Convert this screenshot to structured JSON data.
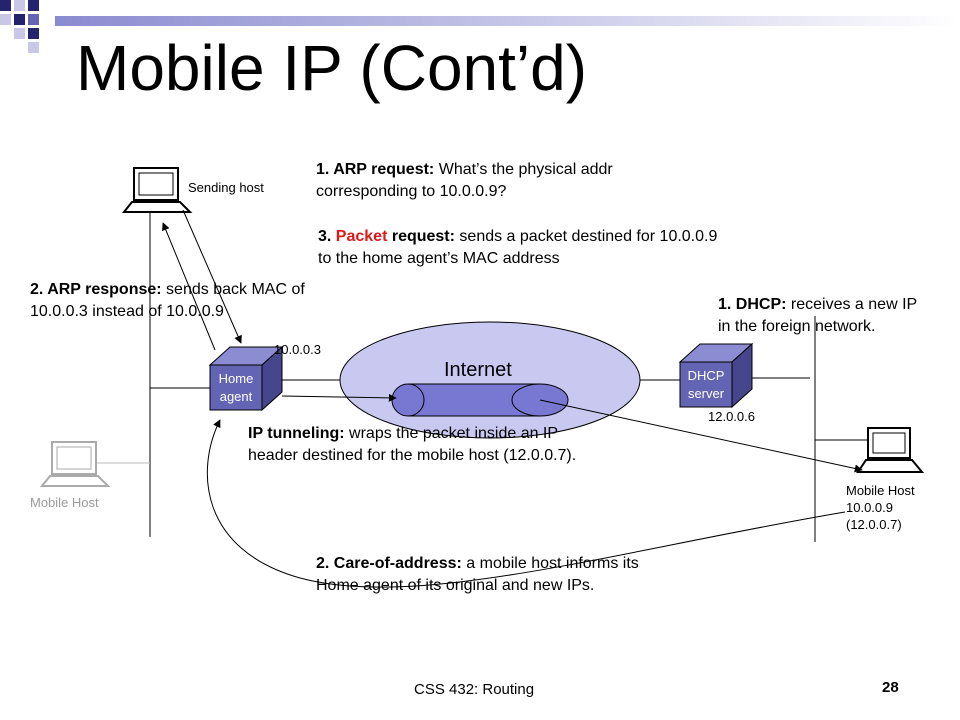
{
  "title": "Mobile IP (Cont’d)",
  "nodes": {
    "sending_host": "Sending host",
    "home_agent": [
      "Home",
      "agent"
    ],
    "home_agent_ip": "10.0.0.3",
    "internet": "Internet",
    "dhcp_server": [
      "DHCP",
      "server"
    ],
    "dhcp_ip": "12.0.0.6",
    "mobile_host_old": "Mobile Host",
    "mobile_host_new": [
      "Mobile Host",
      "10.0.0.9",
      "(12.0.0.7)"
    ]
  },
  "notes": {
    "arp_request": {
      "bold": "1. ARP request:",
      "text": " What’s the physical addr",
      "line2": "corresponding to 10.0.0.9?"
    },
    "packet_request": {
      "number": "3. ",
      "red": "Packet",
      "bold": " request:",
      "text": " sends a packet destined for 10.0.0.9",
      "line2": "to the home agent’s MAC address"
    },
    "arp_response": {
      "bold": "2. ARP response:",
      "text": " sends back MAC of",
      "line2": "10.0.0.3 instead of 10.0.0.9"
    },
    "dhcp": {
      "bold": "1. DHCP:",
      "text": " receives a new IP",
      "line2": "in the foreign network."
    },
    "tunneling": {
      "bold": "IP tunneling:",
      "text": " wraps the packet inside an IP",
      "line2": "header destined for the mobile host (12.0.0.7)."
    },
    "care_of": {
      "bold": "2. Care-of-address:",
      "text": " a mobile host informs its",
      "line2": "Home agent of its original and new IPs."
    }
  },
  "footer": {
    "course": "CSS 432: Routing",
    "page": "28"
  },
  "colors": {
    "box": "#6464b4",
    "box_top": "#8c8cd2",
    "box_side": "#46468c",
    "cloud": "#c8c8f0",
    "tunnel": "#7878d2",
    "accent_red": "#e01a1a"
  }
}
